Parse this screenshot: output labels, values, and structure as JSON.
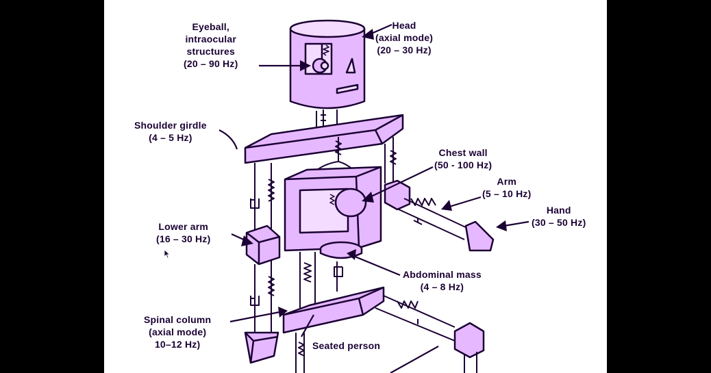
{
  "colors": {
    "ink": "#1a0033",
    "fill": "#e6b8ff",
    "tint": "#cc66ff",
    "background": "#ffffff",
    "border": "#000000"
  },
  "labels": {
    "eyeball": {
      "l1": "Eyeball,",
      "l2": "intraocular",
      "l3": "structures",
      "l4": "(20 – 90 Hz)"
    },
    "head": {
      "l1": "Head",
      "l2": "(axial mode)",
      "l3": "(20 – 30 Hz)"
    },
    "shoulder": {
      "l1": "Shoulder girdle",
      "l2": "(4 – 5 Hz)"
    },
    "chest": {
      "l1": "Chest wall",
      "l2": "(50 - 100 Hz)"
    },
    "arm": {
      "l1": "Arm",
      "l2": "(5 – 10 Hz)"
    },
    "hand": {
      "l1": "Hand",
      "l2": "(30 – 50 Hz)"
    },
    "lower_arm": {
      "l1": "Lower arm",
      "l2": "(16 – 30 Hz)"
    },
    "abdominal": {
      "l1": "Abdominal mass",
      "l2": "(4 – 8 Hz)"
    },
    "spinal": {
      "l1": "Spinal column",
      "l2": "(axial mode)",
      "l3": "10–12 Hz)"
    },
    "seated": {
      "l1": "Seated person"
    }
  }
}
